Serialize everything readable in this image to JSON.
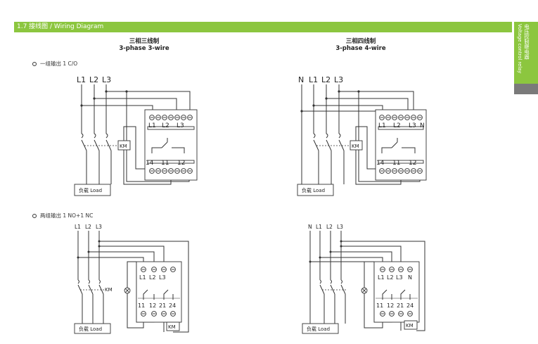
{
  "header": {
    "title": "1.7 接线图 / Wiring Diagram"
  },
  "side_tab": {
    "cn": "电压控制继电器",
    "en": "Voltage control relay"
  },
  "sections": {
    "three_wire": {
      "title_cn": "三相三线制",
      "title_en": "3-phase 3-wire"
    },
    "four_wire": {
      "title_cn": "三相四线制",
      "title_en": "3-phase 4-wire"
    }
  },
  "options": {
    "co": "一组输出 1 C/O",
    "no_nc": "两组输出 1 NO+1 NC"
  },
  "labels": {
    "n": "N",
    "l1": "L1",
    "l2": "L2",
    "l3": "L3",
    "km": "KM",
    "load": "负载 Load",
    "t14": "14",
    "t11": "11",
    "t12": "12",
    "t21": "21",
    "t24": "24"
  }
}
